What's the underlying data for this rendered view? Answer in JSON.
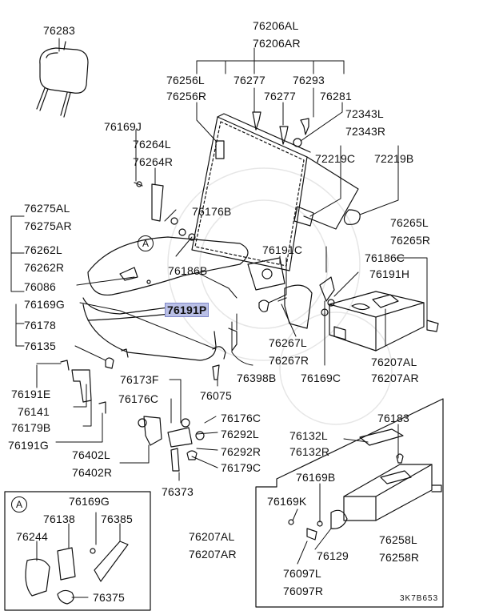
{
  "diagram": {
    "code": "3K7B653",
    "inset_marker": "A",
    "labels": {
      "l76283": "76283",
      "l76206al": "76206AL",
      "l76206ar": "76206AR",
      "l76256l": "76256L",
      "l76256r": "76256R",
      "l76277a": "76277",
      "l76277b": "76277",
      "l76293": "76293",
      "l76281": "76281",
      "l72343l": "72343L",
      "l72343r": "72343R",
      "l76169j": "76169J",
      "l76264l": "76264L",
      "l76264r": "76264R",
      "l72219c": "72219C",
      "l72219b": "72219B",
      "l76275al": "76275AL",
      "l76275ar": "76275AR",
      "l76176b": "76176B",
      "l76265l": "76265L",
      "l76265r": "76265R",
      "l76262l": "76262L",
      "l76262r": "76262R",
      "l76191c": "76191C",
      "l76186c": "76186C",
      "l76186b": "76186B",
      "l76191h": "76191H",
      "l76086": "76086",
      "l76169g": "76169G",
      "l76191p": "76191P",
      "l76178": "76178",
      "l76267l": "76267L",
      "l76267r": "76267R",
      "l76135": "76135",
      "l76207al_top": "76207AL",
      "l76207ar_top": "76207AR",
      "l76398b": "76398B",
      "l76169c": "76169C",
      "l76191e": "76191E",
      "l76173f": "76173F",
      "l76075": "76075",
      "l76141": "76141",
      "l76176c_a": "76176C",
      "l76179b": "76179B",
      "l76183": "76183",
      "l76191g": "76191G",
      "l76176c_b": "76176C",
      "l76132l": "76132L",
      "l76292l": "76292L",
      "l76132r": "76132R",
      "l76292r": "76292R",
      "l76402l": "76402L",
      "l76179c": "76179C",
      "l76402r": "76402R",
      "l76169b": "76169B",
      "l76373": "76373",
      "l76169k": "76169K",
      "l76207al_bot": "76207AL",
      "l76258l": "76258L",
      "l76207ar_bot": "76207AR",
      "l76129": "76129",
      "l76258r": "76258R",
      "l76097l": "76097L",
      "l76097r": "76097R",
      "inset_76169g": "76169G",
      "inset_76138": "76138",
      "inset_76385": "76385",
      "inset_76244": "76244",
      "inset_76375": "76375"
    }
  }
}
